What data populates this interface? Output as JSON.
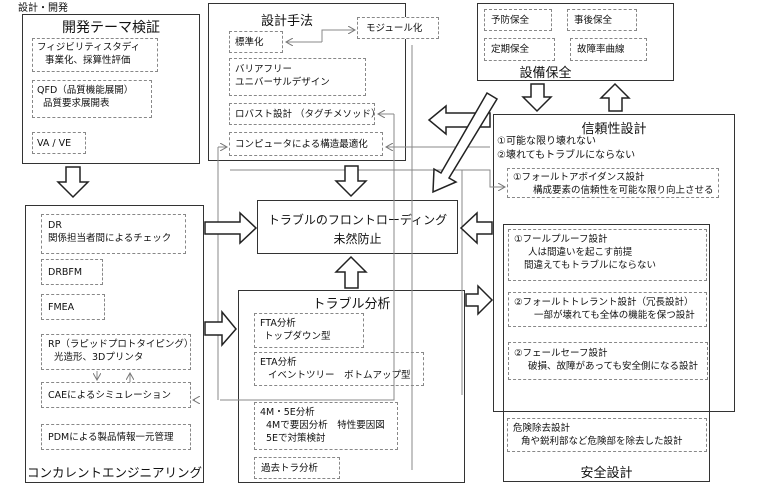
{
  "header": {
    "label": "設計・開発"
  },
  "dev_theme": {
    "title": "開発テーマ検証",
    "items": [
      {
        "line1": "フィジビリティスタディ",
        "line2": "事業化、採算性評価"
      },
      {
        "line1": "QFD（品質機能展開）",
        "line2": "品質要求展開表"
      },
      {
        "line1": "VA / VE"
      }
    ]
  },
  "design_method": {
    "title": "設計手法",
    "items": [
      {
        "line1": "モジュール化"
      },
      {
        "line1": "標準化"
      },
      {
        "line1": "バリアフリー",
        "line2": "ユニバーサルデザイン"
      },
      {
        "line1": "ロバスト設計 （タグチメソッド）"
      },
      {
        "line1": "コンピュータによる構造最適化"
      }
    ]
  },
  "maintenance": {
    "title": "設備保全",
    "items": [
      "予防保全",
      "事後保全",
      "定期保全",
      "故障率曲線"
    ]
  },
  "center": {
    "line1": "トラブルのフロントローディング",
    "line2": "未然防止"
  },
  "reliability": {
    "title": "信頼性設計",
    "principles": [
      "①可能な限り壊れない",
      "②壊れてもトラブルにならない"
    ],
    "fault_avoidance": {
      "line1": "①フォールトアボイダンス設計",
      "line2": "構成要素の信頼性を可能な限り向上させる"
    }
  },
  "safety": {
    "title": "安全設計",
    "items": [
      {
        "line1": "①フールプルーフ設計",
        "line2": "人は間違いを起こす前提",
        "line3": "間違えてもトラブルにならない"
      },
      {
        "line1": "②フォールトトレラント設計（冗長設計）",
        "line2": "一部が壊れても全体の機能を保つ設計"
      },
      {
        "line1": "②フェールセーフ設計",
        "line2": "破損、故障があっても安全側になる設計"
      },
      {
        "line1": "危険除去設計",
        "line2": "角や鋭利部など危険部を除去した設計"
      }
    ]
  },
  "concurrent": {
    "title": "コンカレントエンジニアリング",
    "items": [
      {
        "line1": "DR",
        "line2": "関係担当者間によるチェック"
      },
      {
        "line1": "DRBFM"
      },
      {
        "line1": "FMEA"
      },
      {
        "line1": "RP（ラピッドプロトタイピング）",
        "line2": "光造形、3Dプリンタ"
      },
      {
        "line1": "CAEによるシミュレーション"
      },
      {
        "line1": "PDMによる製品情報一元管理"
      }
    ]
  },
  "trouble_analysis": {
    "title": "トラブル分析",
    "items": [
      {
        "line1": "FTA分析",
        "line2": "トップダウン型"
      },
      {
        "line1": "ETA分析",
        "line2": "イベントツリー　ボトムアップ型"
      },
      {
        "line1": "4M・5E分析",
        "line2": "4Mで要因分析　特性要因図",
        "line3": "5Eで対策検討"
      },
      {
        "line1": "過去トラ分析"
      }
    ]
  }
}
